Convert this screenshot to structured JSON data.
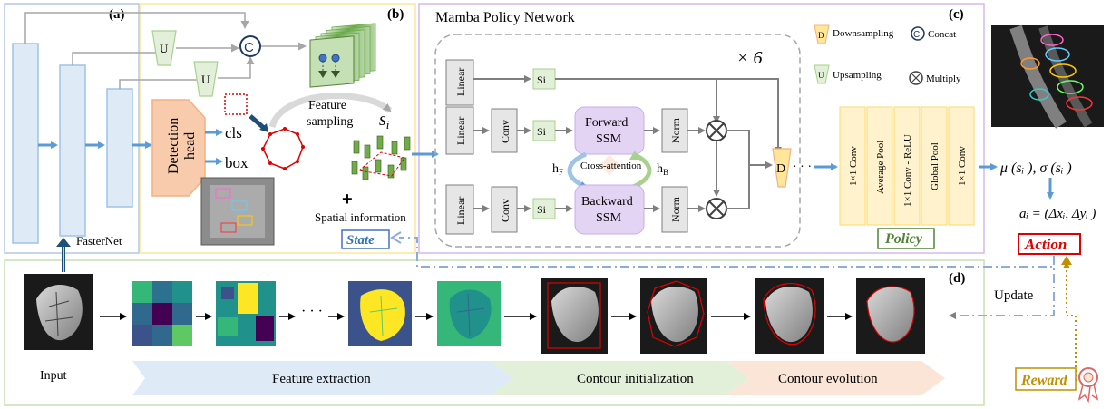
{
  "panels": {
    "a_label": "(a)",
    "b_label": "(b)",
    "c_label": "(c)",
    "d_label": "(d)",
    "a_backbone": "FasterNet",
    "c_title": "Mamba Policy Network"
  },
  "panel_b": {
    "upsample_symbol": "U",
    "concat_symbol": "C",
    "detection_head": "Detection head",
    "detection_head_line1": "Detection",
    "detection_head_line2": "head",
    "cls": "cls",
    "box": "box",
    "feature_sampling_line1": "Feature",
    "feature_sampling_line2": "sampling",
    "si_label": "s",
    "si_sub": "i",
    "plus": "+",
    "spatial_info": "Spatial information",
    "state": "State"
  },
  "panel_c": {
    "repeat": "× 6",
    "linear": "Linear",
    "conv": "Conv",
    "si_act": "Si",
    "forward_ssm_line1": "Forward",
    "forward_ssm_line2": "SSM",
    "backward_ssm_line1": "Backward",
    "backward_ssm_line2": "SSM",
    "norm": "Norm",
    "cross_attention": "Cross-attention",
    "hf": "h",
    "hf_sub": "F",
    "hb": "h",
    "hb_sub": "B",
    "downsample_symbol": "D",
    "dots": "· · ·",
    "policy_blocks": [
      "1×1 Conv",
      "Average Pool",
      "1×1 Conv - ReLU",
      "Global Pool",
      "1×1 Conv"
    ],
    "policy": "Policy",
    "legend": {
      "downsampling": "Downsampling",
      "concat": "Concat",
      "upsampling": "Upsampling",
      "multiply": "Multiply"
    },
    "multiply_symbol": "X"
  },
  "right": {
    "mu_sigma": "μ (sᵢ ), σ (sᵢ )",
    "action_formula": "aᵢ = (Δxᵢ, Δyᵢ )",
    "action": "Action",
    "update": "Update",
    "reward": "Reward"
  },
  "panel_d": {
    "input": "Input",
    "ellipsis": "· · ·",
    "stage_feature": "Feature extraction",
    "stage_contour_init": "Contour initialization",
    "stage_contour_evo": "Contour evolution"
  },
  "colors": {
    "arrow_blue": "#5b9bd5",
    "panel_a_border": "#b4c7e7",
    "panel_b_border": "#ffe699",
    "panel_c_border": "#d5b8f0",
    "panel_d_border": "#c5e0b4",
    "yellow_block": "#fff2cc",
    "green_block": "#e2f0d9",
    "gray_block": "#e7e6e6",
    "ssm_purple": "#e4d4f4",
    "detection_orange": "#f8cbad",
    "action_red": "#e00000",
    "policy_green": "#548235",
    "state_blue": "#4472c4",
    "reward_gold": "#c09000"
  }
}
